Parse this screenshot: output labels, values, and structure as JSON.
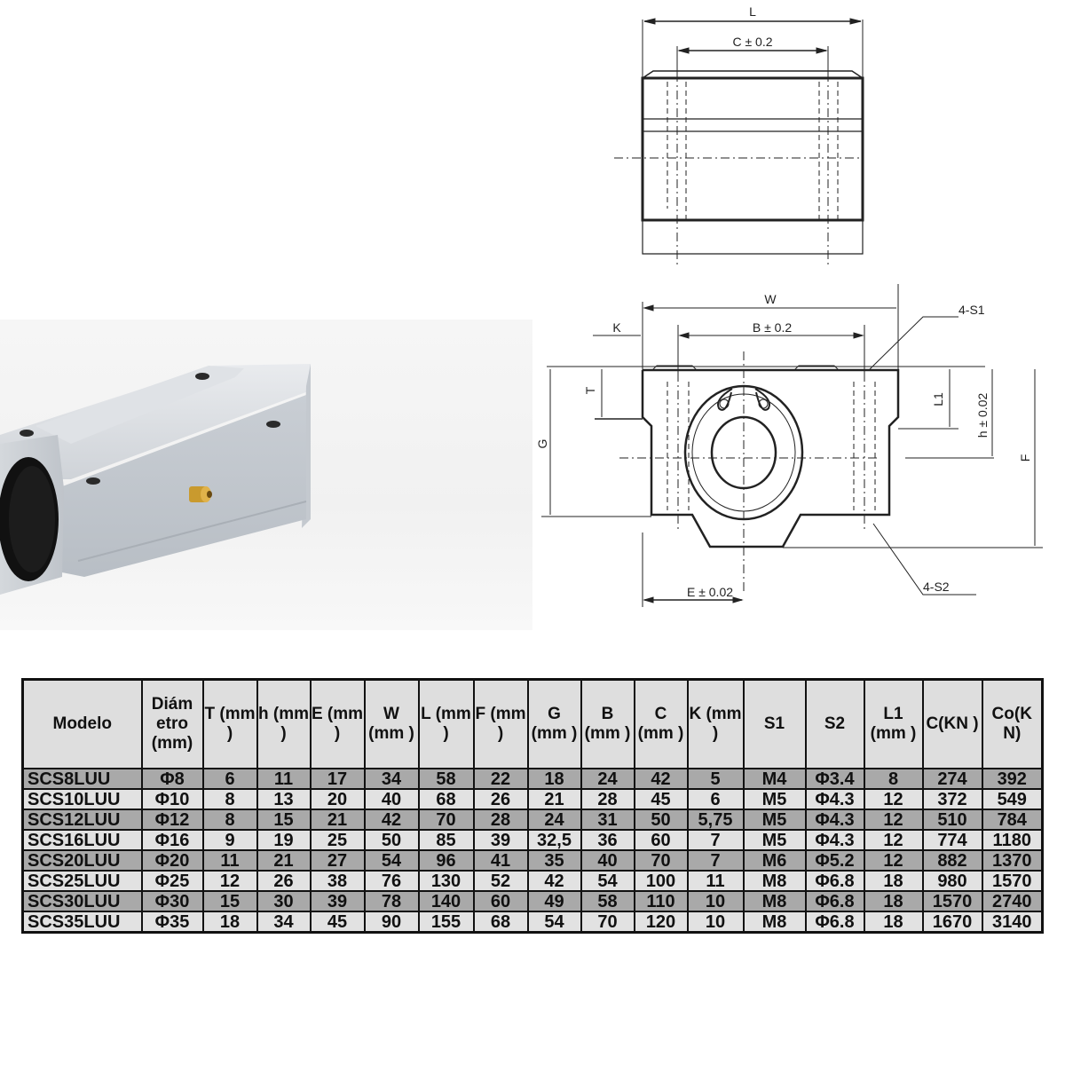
{
  "top_drawing": {
    "dim_length": "L",
    "dim_hole_spacing": "C ± 0.2"
  },
  "front_drawing": {
    "dim_width": "W",
    "dim_k": "K",
    "dim_b": "B ± 0.2",
    "dim_t": "T",
    "dim_g": "G",
    "dim_l1": "L1",
    "dim_h": "h ± 0.02",
    "dim_f": "F",
    "dim_e": "E ± 0.02",
    "callout_s1": "4-S1",
    "callout_s2": "4-S2"
  },
  "photo": {
    "subject": "SCS LUU linear bearing slide block (aluminum housing with grease nipple)"
  },
  "table": {
    "headers": [
      "Modelo",
      "Diám etro (mm)",
      "T (mm )",
      "h (mm )",
      "E (mm )",
      "W (mm )",
      "L (mm )",
      "F (mm )",
      "G (mm )",
      "B (mm )",
      "C (mm )",
      "K (mm )",
      "S1",
      "S2",
      "L1 (mm )",
      "C(KN )",
      "Co(K N)"
    ],
    "rows": [
      [
        "SCS8LUU",
        "Φ8",
        "6",
        "11",
        "17",
        "34",
        "58",
        "22",
        "18",
        "24",
        "42",
        "5",
        "M4",
        "Φ3.4",
        "8",
        "274",
        "392"
      ],
      [
        "SCS10LUU",
        "Φ10",
        "8",
        "13",
        "20",
        "40",
        "68",
        "26",
        "21",
        "28",
        "45",
        "6",
        "M5",
        "Φ4.3",
        "12",
        "372",
        "549"
      ],
      [
        "SCS12LUU",
        "Φ12",
        "8",
        "15",
        "21",
        "42",
        "70",
        "28",
        "24",
        "31",
        "50",
        "5,75",
        "M5",
        "Φ4.3",
        "12",
        "510",
        "784"
      ],
      [
        "SCS16LUU",
        "Φ16",
        "9",
        "19",
        "25",
        "50",
        "85",
        "39",
        "32,5",
        "36",
        "60",
        "7",
        "M5",
        "Φ4.3",
        "12",
        "774",
        "1180"
      ],
      [
        "SCS20LUU",
        "Φ20",
        "11",
        "21",
        "27",
        "54",
        "96",
        "41",
        "35",
        "40",
        "70",
        "7",
        "M6",
        "Φ5.2",
        "12",
        "882",
        "1370"
      ],
      [
        "SCS25LUU",
        "Φ25",
        "12",
        "26",
        "38",
        "76",
        "130",
        "52",
        "42",
        "54",
        "100",
        "11",
        "M8",
        "Φ6.8",
        "18",
        "980",
        "1570"
      ],
      [
        "SCS30LUU",
        "Φ30",
        "15",
        "30",
        "39",
        "78",
        "140",
        "60",
        "49",
        "58",
        "110",
        "10",
        "M8",
        "Φ6.8",
        "18",
        "1570",
        "2740"
      ],
      [
        "SCS35LUU",
        "Φ35",
        "18",
        "34",
        "45",
        "90",
        "155",
        "68",
        "54",
        "70",
        "120",
        "10",
        "M8",
        "Φ6.8",
        "18",
        "1670",
        "3140"
      ]
    ]
  },
  "colors": {
    "header_bg": "#dedede",
    "row_dark": "#a9a9a9",
    "row_light": "#e2e2e2",
    "border": "#111111"
  }
}
